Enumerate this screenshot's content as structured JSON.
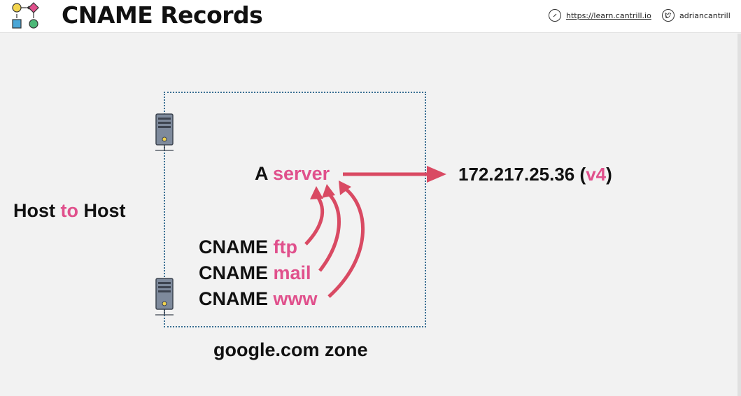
{
  "header": {
    "title": "CNAME Records",
    "link_url": "https://learn.cantrill.io",
    "link_handle": "adriancantrill"
  },
  "diagram": {
    "host_to_host": {
      "part1": "Host",
      "part2": "to",
      "part3": "Host"
    },
    "a_record": {
      "type": "A",
      "name": "server"
    },
    "ip": {
      "address": "172.217.25.36",
      "open": "(",
      "version": "v4",
      "close": ")"
    },
    "cnames": [
      {
        "type": "CNAME",
        "name": "ftp"
      },
      {
        "type": "CNAME",
        "name": "mail"
      },
      {
        "type": "CNAME",
        "name": "www"
      }
    ],
    "zone_label": "google.com zone"
  },
  "colors": {
    "accent": "#e0508c",
    "arrow": "#d94a63",
    "zone_border": "#3a6f93"
  },
  "icons": [
    "compass-icon",
    "twitter-icon",
    "server-icon",
    "logo-icon"
  ]
}
